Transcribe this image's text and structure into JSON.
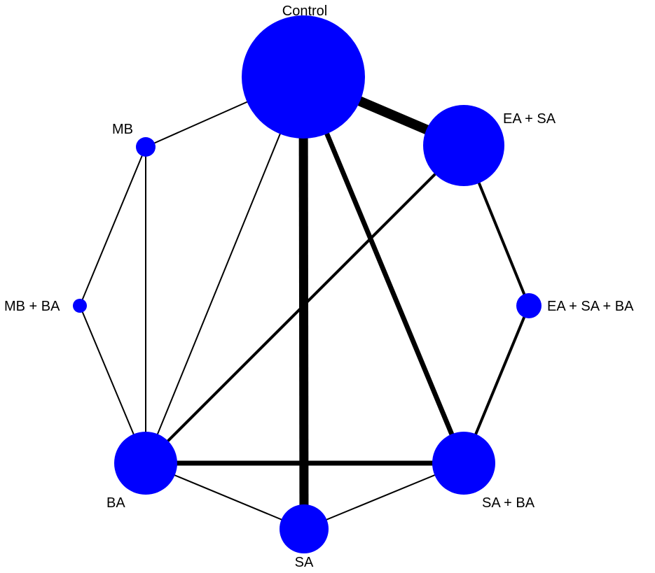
{
  "diagram": {
    "type": "network",
    "node_color": "#0000FF",
    "edge_color": "#000000",
    "nodes": [
      {
        "id": "control",
        "label": "Control"
      },
      {
        "id": "ea_sa",
        "label": "EA + SA"
      },
      {
        "id": "ea_sa_ba",
        "label": "EA + SA + BA"
      },
      {
        "id": "sa_ba",
        "label": "SA + BA"
      },
      {
        "id": "sa",
        "label": "SA"
      },
      {
        "id": "ba",
        "label": "BA"
      },
      {
        "id": "mb_ba",
        "label": "MB + BA"
      },
      {
        "id": "mb",
        "label": "MB"
      }
    ],
    "edges": [
      {
        "from": "control",
        "to": "ea_sa"
      },
      {
        "from": "control",
        "to": "sa"
      },
      {
        "from": "control",
        "to": "sa_ba"
      },
      {
        "from": "control",
        "to": "ba"
      },
      {
        "from": "control",
        "to": "mb"
      },
      {
        "from": "ea_sa",
        "to": "ea_sa_ba"
      },
      {
        "from": "ea_sa",
        "to": "ba"
      },
      {
        "from": "ea_sa_ba",
        "to": "sa_ba"
      },
      {
        "from": "sa_ba",
        "to": "ba"
      },
      {
        "from": "sa_ba",
        "to": "sa"
      },
      {
        "from": "sa",
        "to": "ba"
      },
      {
        "from": "ba",
        "to": "mb"
      },
      {
        "from": "ba",
        "to": "mb_ba"
      },
      {
        "from": "mb_ba",
        "to": "mb"
      }
    ]
  }
}
